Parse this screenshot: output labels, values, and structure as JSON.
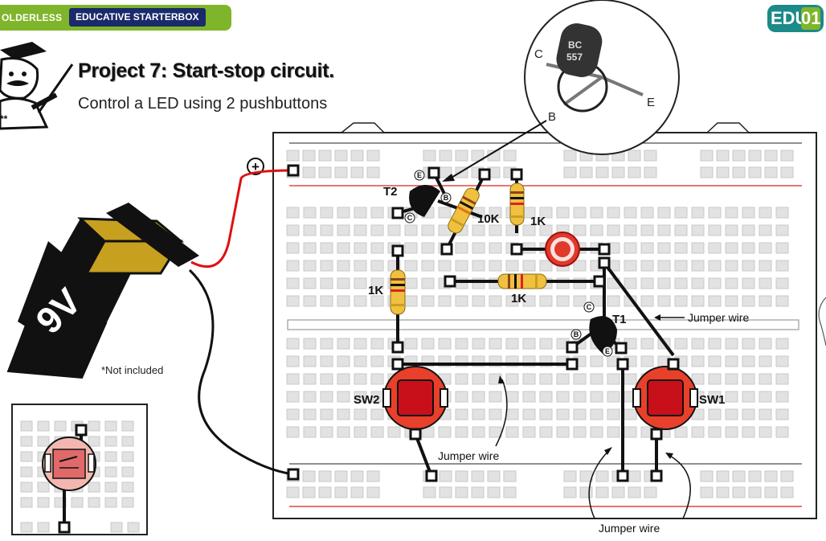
{
  "banner": {
    "left_text": "OLDERLESS",
    "right_text": "EDUCATIVE STARTERBOX"
  },
  "badge": {
    "left": "EDU",
    "right": "01"
  },
  "title": "Project 7: Start-stop circuit.",
  "subtitle": "Control a LED using 2 pushbuttons",
  "mascot_mark": "**",
  "battery": {
    "label": "9V",
    "note": "*Not included"
  },
  "plus_symbol": "+",
  "transistor_zoom": {
    "marking_line1": "BC",
    "marking_line2": "557",
    "pin_c": "C",
    "pin_b": "B",
    "pin_e": "E"
  },
  "components": {
    "t2": "T2",
    "t1": "T1",
    "r_10k": "10K",
    "r_1k_top": "1K",
    "r_1k_left": "1K",
    "r_1k_mid": "1K",
    "sw1": "SW1",
    "sw2": "SW2",
    "pin_e": "E",
    "pin_b": "B",
    "pin_c": "C"
  },
  "annotations": {
    "jumper_right": "Jumper wire",
    "jumper_center": "Jumper wire",
    "jumper_bottom": "Jumper wire"
  },
  "colors": {
    "banner_green": "#7fb52a",
    "banner_navy": "#1b2a6b",
    "badge_teal": "#1b8a88",
    "battery_gold": "#c8a020",
    "switch_red": "#e8402a",
    "wire_red": "#e01010",
    "led_red": "#e03a2a"
  }
}
